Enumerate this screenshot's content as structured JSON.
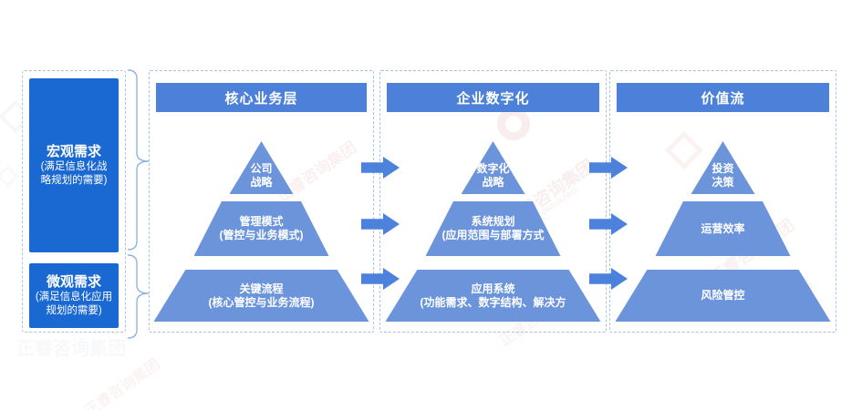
{
  "left_panel": {
    "macro": {
      "title": "宏观需求",
      "subtitle_line1": "(满足信息化战",
      "subtitle_line2": "略规划的需要)"
    },
    "micro": {
      "title": "微观需求",
      "subtitle_line1": "(满足信息化应用",
      "subtitle_line2": "规划的需要)"
    }
  },
  "columns": [
    {
      "header": "核心业务层",
      "levels": [
        {
          "line1": "公司",
          "line2": "战略"
        },
        {
          "line1": "管理模式",
          "line2": "(管控与业务模式)"
        },
        {
          "line1": "关键流程",
          "line2": "(核心管控与业务流程)"
        }
      ]
    },
    {
      "header": "企业数字化",
      "levels": [
        {
          "line1": "数字化",
          "line2": "战略"
        },
        {
          "line1": "系统规划",
          "line2": "(应用范围与部署方式"
        },
        {
          "line1": "应用系统",
          "line2": "(功能需求、数字结构、解决方"
        }
      ]
    },
    {
      "header": "价值流",
      "levels": [
        {
          "line1": "投资",
          "line2": "决策"
        },
        {
          "line1": "运营效率",
          "line2": ""
        },
        {
          "line1": "风险管控",
          "line2": ""
        }
      ]
    }
  ],
  "watermark": {
    "text": "正睿咨询集团",
    "subtext": "CONSULTING",
    "color": "#c84a4a"
  },
  "colors": {
    "requirement_box_blue": "#1a68d1",
    "header_bar_blue": "#4c80d9",
    "pyramid_blue": "#6b94db",
    "arrow_blue": "#4d82dc",
    "dashed_border": "#a9c2e8",
    "brace_stroke": "#90b3e5"
  }
}
